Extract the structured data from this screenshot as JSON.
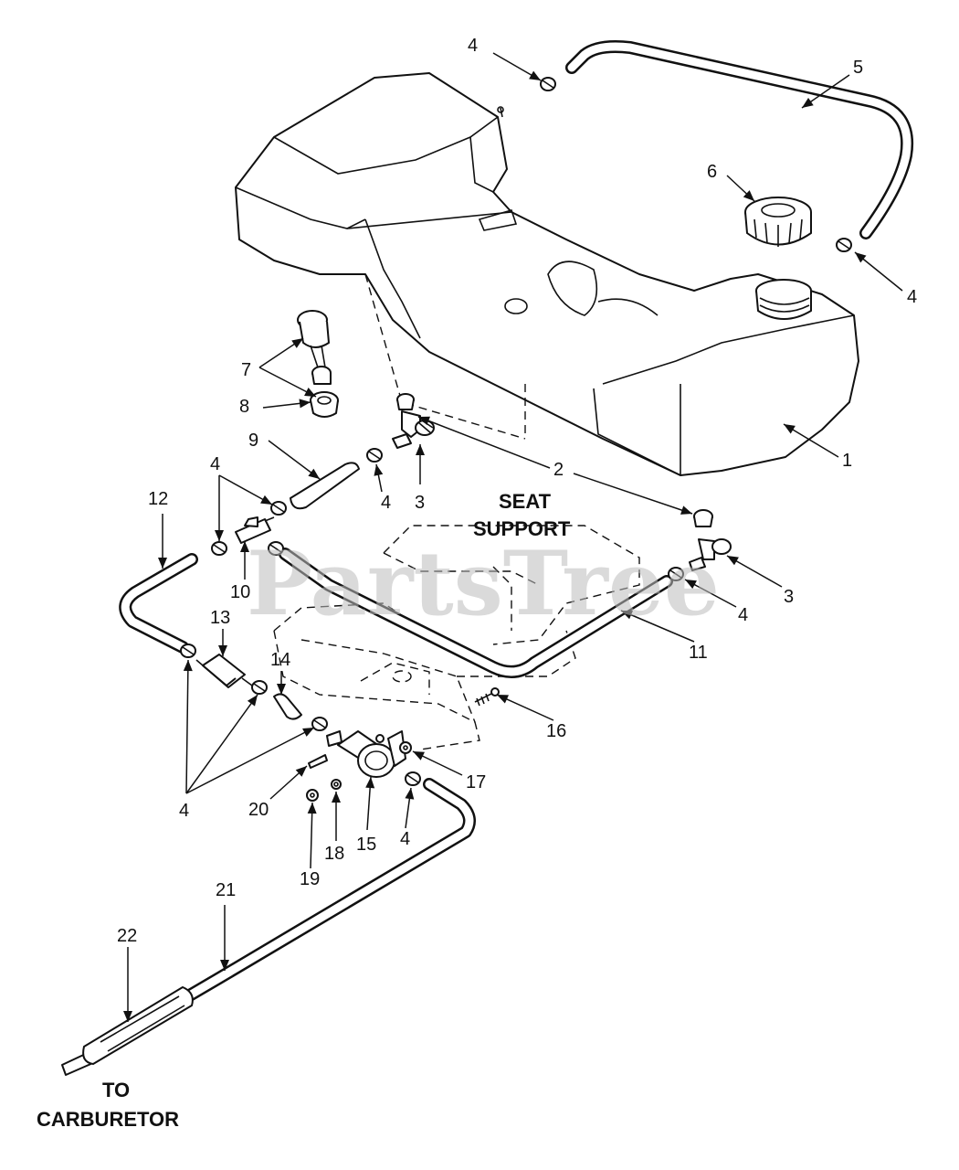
{
  "callouts": {
    "n1": "1",
    "n2": "2",
    "n3a": "3",
    "n3b": "3",
    "n4a": "4",
    "n4b": "4",
    "n4c": "4",
    "n4d": "4",
    "n4e": "4",
    "n4f": "4",
    "n4g": "4",
    "n5": "5",
    "n6": "6",
    "n7": "7",
    "n8": "8",
    "n9": "9",
    "n10": "10",
    "n11": "11",
    "n12": "12",
    "n13": "13",
    "n14": "14",
    "n15": "15",
    "n16": "16",
    "n17": "17",
    "n18": "18",
    "n19": "19",
    "n20": "20",
    "n21": "21",
    "n22": "22"
  },
  "labels": {
    "seat_support_line1": "SEAT",
    "seat_support_line2": "SUPPORT",
    "to_carb_line1": "TO",
    "to_carb_line2": "CARBURETOR"
  },
  "watermark": "PartsTree"
}
